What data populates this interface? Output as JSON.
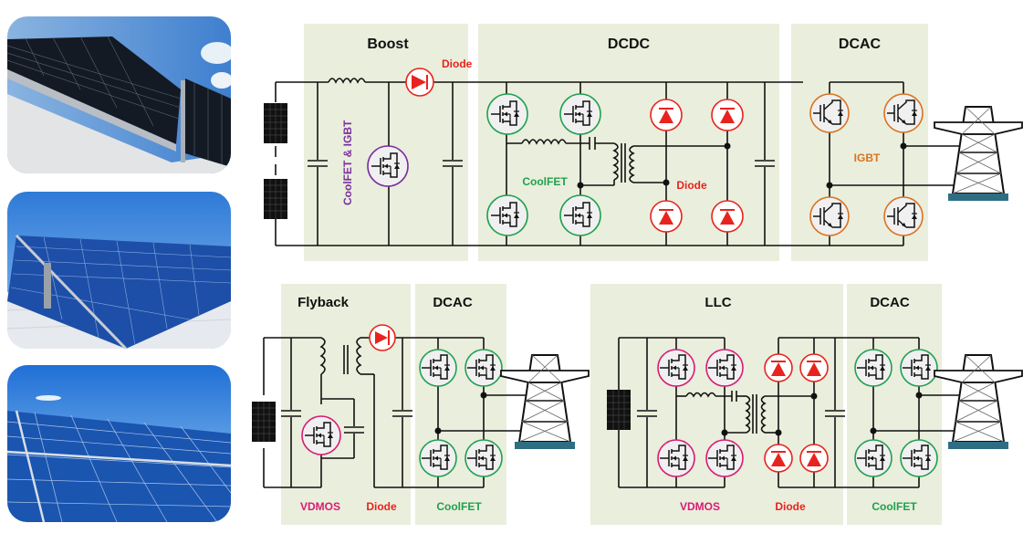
{
  "photos": [
    {
      "name": "rooftop-monocrystalline-panels",
      "description": "dark solar panels on rooftop, sky"
    },
    {
      "name": "tilted-blue-panels-on-roof",
      "description": "blue polycrystalline panels on mount"
    },
    {
      "name": "blue-panel-field",
      "description": "rows of blue solar panels under sky"
    }
  ],
  "colors": {
    "panel_bg": "#eaeedc",
    "wire": "#111111",
    "diode": "#e8231e",
    "coolfet": "#1fa150",
    "igbt": "#d9731f",
    "vdmos": "#d81b73",
    "boost_switch": "#7b2fa0",
    "tower_base": "#2e6e85"
  },
  "top_row": {
    "sections": [
      {
        "title": "Boost"
      },
      {
        "title": "DCDC"
      },
      {
        "title": "DCAC"
      }
    ],
    "labels": {
      "boost_diode": "Diode",
      "boost_switch": "CoolFET & IGBT",
      "dcdc_switch": "CoolFET",
      "dcdc_diode": "Diode",
      "dcac_switch": "IGBT"
    }
  },
  "bottom_left": {
    "sections": [
      {
        "title": "Flyback"
      },
      {
        "title": "DCAC"
      }
    ],
    "labels": {
      "switch": "VDMOS",
      "diode": "Diode",
      "dcac_switch": "CoolFET"
    }
  },
  "bottom_right": {
    "sections": [
      {
        "title": "LLC"
      },
      {
        "title": "DCAC"
      }
    ],
    "labels": {
      "switch": "VDMOS",
      "diode": "Diode",
      "dcac_switch": "CoolFET"
    }
  }
}
